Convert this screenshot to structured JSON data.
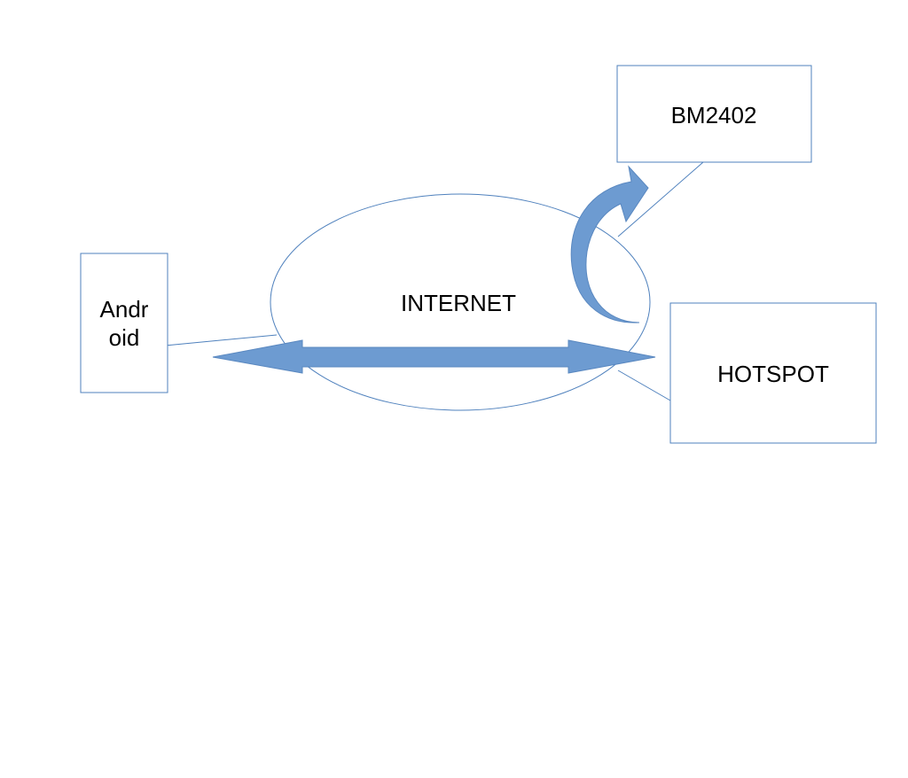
{
  "nodes": {
    "android": {
      "line1": "Andr",
      "line2": "oid"
    },
    "internet": {
      "label": "INTERNET"
    },
    "bm2402": {
      "label": "BM2402"
    },
    "hotspot": {
      "label": "HOTSPOT"
    }
  },
  "colors": {
    "outline": "#4f81bd",
    "arrow_fill": "#6d9bd1",
    "arrow_stroke": "#5a88c0",
    "text": "#000000",
    "background": "#ffffff"
  }
}
